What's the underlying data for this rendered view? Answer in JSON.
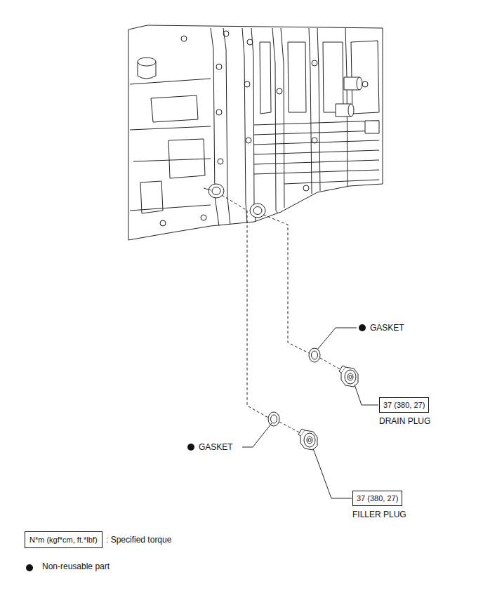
{
  "diagram": {
    "nodes": [
      {
        "text": [
          "37 (380, 27)",
          "DRAIN PLUG"
        ]
      },
      {
        "text": [
          "37 (380, 27)",
          "FILLER PLUG"
        ]
      },
      {
        "text": [
          "N*m (kgf*cm, ft.*lbf)"
        ]
      }
    ],
    "labels": [
      "GASKET",
      "GASKET"
    ],
    "legend": [
      {
        "text": ": Specified torque"
      },
      {
        "text": "Non-reusable part"
      }
    ]
  }
}
